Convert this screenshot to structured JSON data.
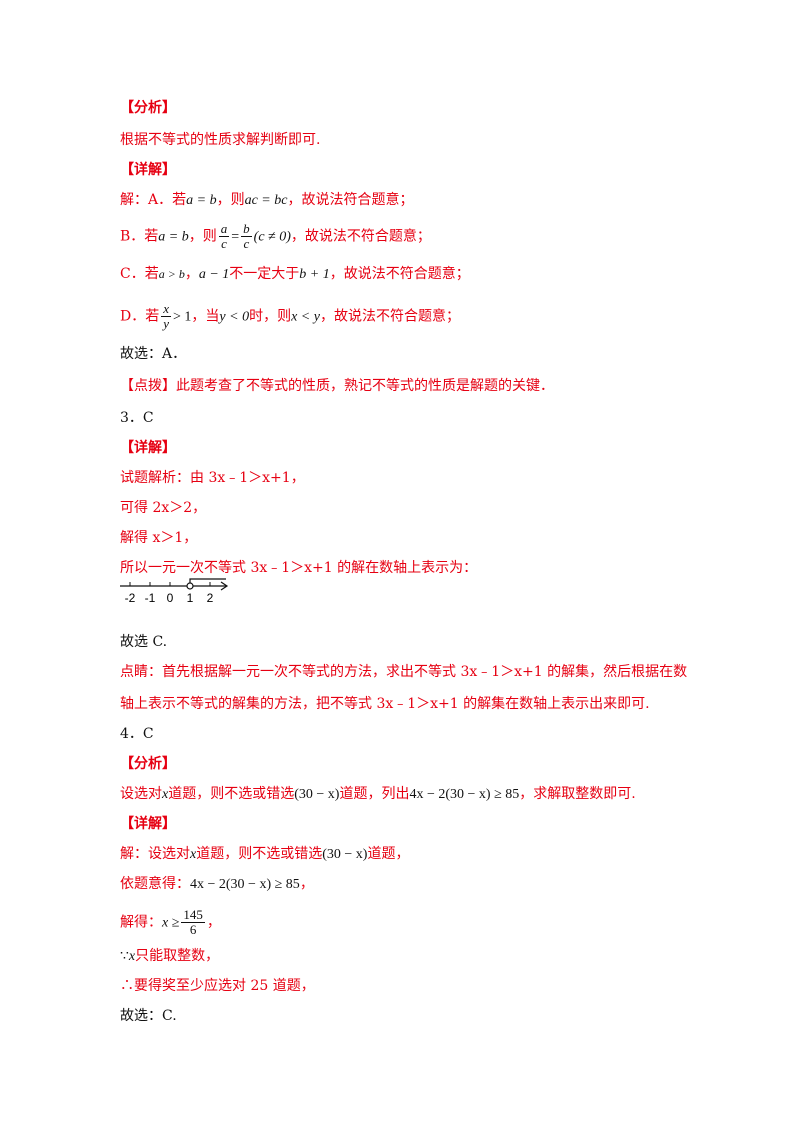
{
  "doc": {
    "l1": "【分析】",
    "l2": "根据不等式的性质求解判断即可.",
    "l3": "【详解】",
    "l4": {
      "a": "解：A．若",
      "b": "a = b",
      "c": "，则",
      "d": "ac = bc",
      "e": "，故说法符合题意；"
    },
    "l5": {
      "a": "B．若",
      "b": "a = b",
      "c": "，则",
      "f1n": "a",
      "f1d": "c",
      "eq": "=",
      "f2n": "b",
      "f2d": "c",
      "cond": "(c ≠ 0)",
      "e": "，故说法不符合题意；"
    },
    "l6": {
      "a": "C．若",
      "b": "a > b",
      "c": "，",
      "d": "a − 1",
      "e": "不一定大于",
      "f": "b + 1",
      "g": "，故说法不符合题意；"
    },
    "l7": {
      "a": "D．若",
      "fn": "x",
      "fd": "y",
      "gt": "> 1",
      "b": "，当",
      "c": "y < 0",
      "d": "时，则",
      "e": "x < y",
      "f": "，故说法不符合题意；"
    },
    "l8": "故选：A．",
    "l9": "【点拨】此题考查了不等式的性质，熟记不等式的性质是解题的关键．",
    "l10": "3．C",
    "l11": "【详解】",
    "l12": "试题解析：由 3x﹣1＞x+1，",
    "l13": "可得 2x＞2，",
    "l14": "解得 x＞1，",
    "l15": "所以一元一次不等式 3x﹣1＞x+1 的解在数轴上表示为：",
    "numberline": {
      "ticks": [
        "-2",
        "-1",
        "0",
        "1",
        "2"
      ]
    },
    "l16": "故选 C.",
    "l17": "点睛：首先根据解一元一次不等式的方法，求出不等式 3x﹣1＞x+1 的解集，然后根据在数",
    "l18": "轴上表示不等式的解集的方法，把不等式 3x﹣1＞x+1 的解集在数轴上表示出来即可.",
    "l19": "4．C",
    "l20": "【分析】",
    "l21": {
      "a": "设选对",
      "b": "x",
      "c": "道题，则不选或错选",
      "d": "(30 − x)",
      "e": "道题，列出",
      "f": "4x − 2(30 − x) ≥ 85",
      "g": "，求解取整数即可."
    },
    "l22": "【详解】",
    "l23": {
      "a": "解：设选对",
      "b": "x",
      "c": "道题，则不选或错选",
      "d": "(30 − x)",
      "e": "道题，"
    },
    "l24": {
      "a": "依题意得：",
      "b": "4x − 2(30 − x) ≥ 85",
      "c": "，"
    },
    "l25": {
      "a": "解得：",
      "b": "x ≥",
      "fn": "145",
      "fd": "6",
      "c": "，"
    },
    "l26": {
      "a": "∵",
      "b": "x",
      "c": "只能取整数，"
    },
    "l27": "∴要得奖至少应选对 25 道题，",
    "l28": "故选：C."
  }
}
